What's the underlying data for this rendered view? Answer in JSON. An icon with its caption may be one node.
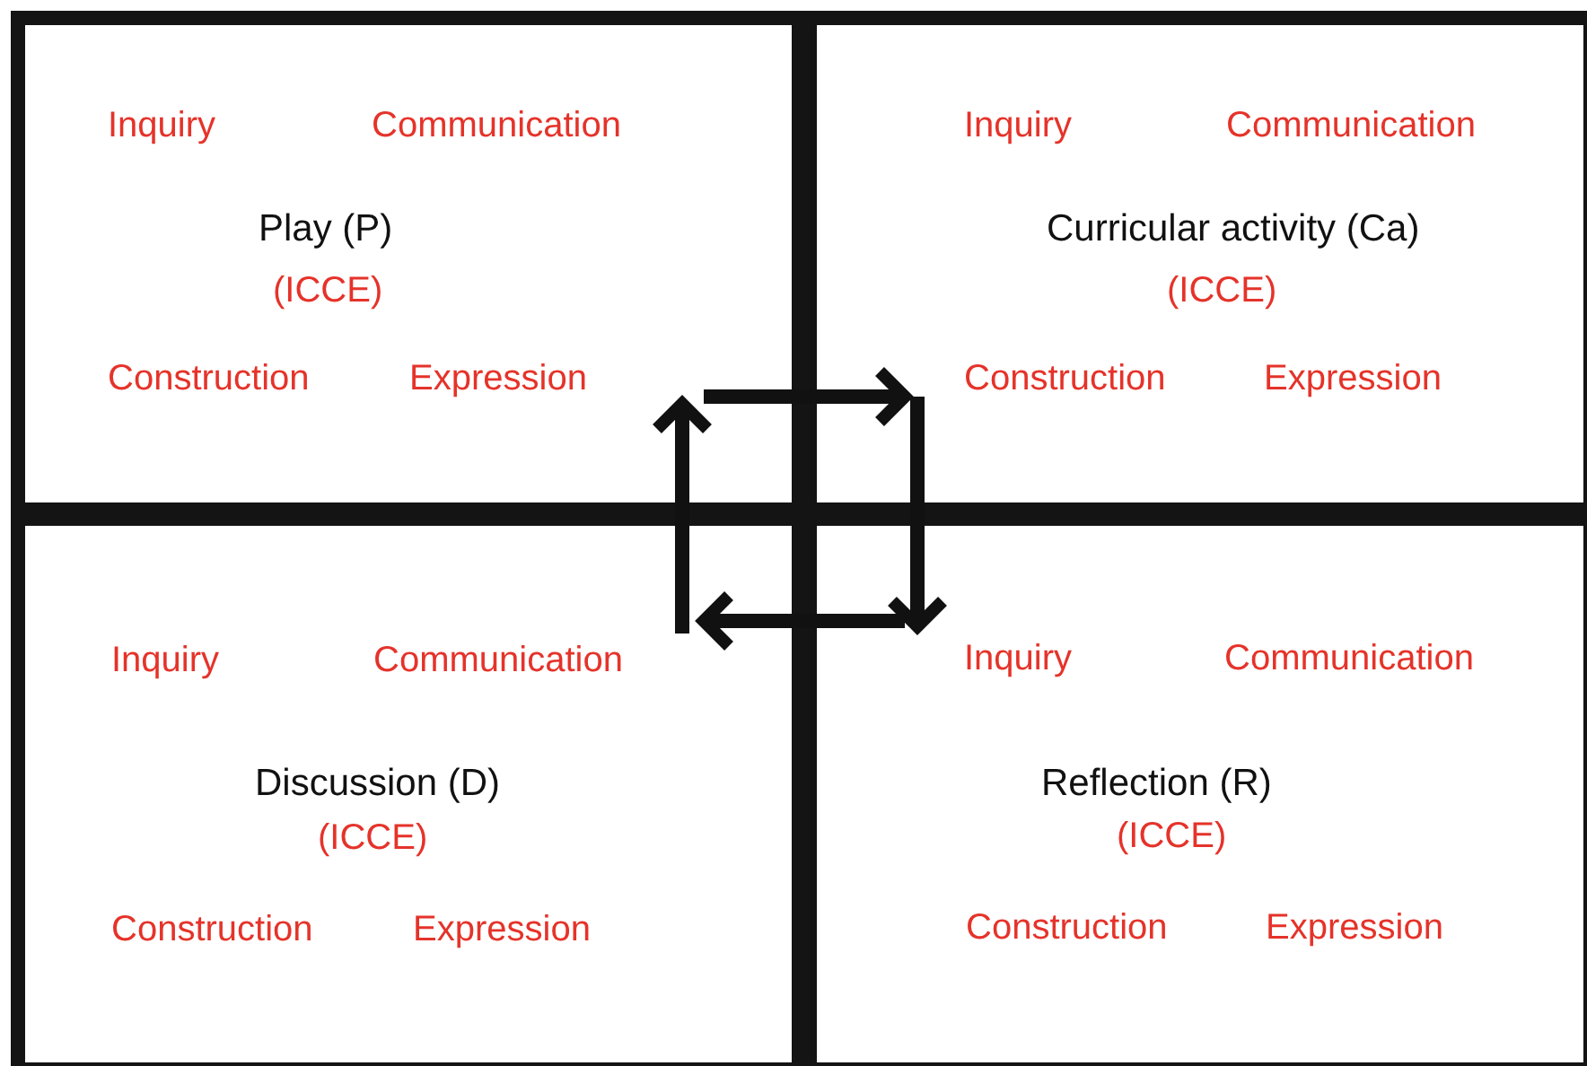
{
  "diagram": {
    "nodes": [
      {
        "text": [
          "Inquiry",
          "Communication",
          "Play (P)",
          "(ICCE)",
          "Construction",
          "Expression"
        ]
      },
      {
        "text": [
          "Inquiry",
          "Communication",
          "Curricular activity (Ca)",
          "(ICCE)",
          "Construction",
          "Expression"
        ]
      },
      {
        "text": [
          "Inquiry",
          "Communication",
          "Discussion (D)",
          "(ICCE)",
          "Construction",
          "Expression"
        ]
      },
      {
        "text": [
          "Inquiry",
          "Communication",
          "Reflection (R)",
          "(ICCE)",
          "Construction",
          "Expression"
        ]
      }
    ],
    "edges": [
      {
        "from": 0,
        "to": 1,
        "arrow": "to"
      },
      {
        "from": 1,
        "to": 3,
        "arrow": "to"
      },
      {
        "from": 3,
        "to": 2,
        "arrow": "to"
      },
      {
        "from": 2,
        "to": 0,
        "arrow": "to"
      }
    ]
  }
}
